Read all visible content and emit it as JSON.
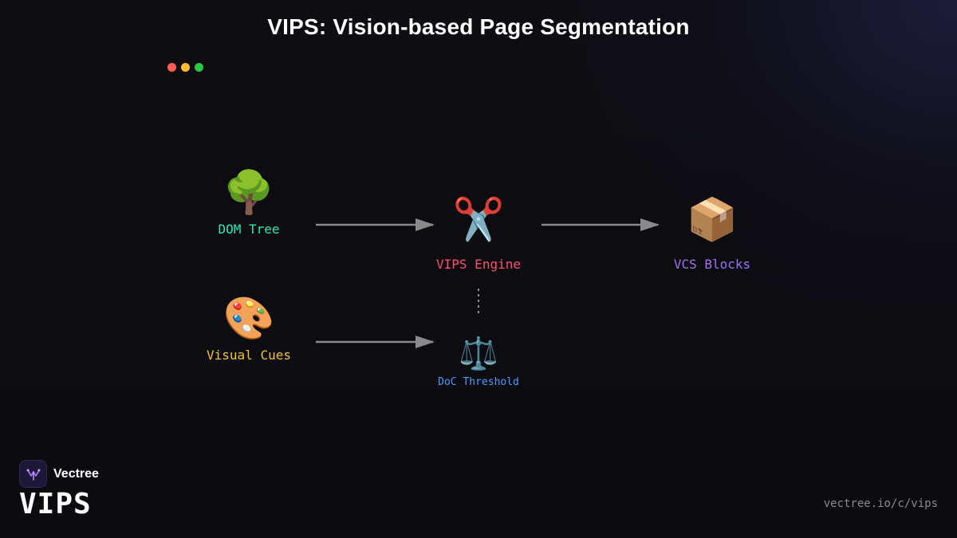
{
  "title": "VIPS: Vision-based Page Segmentation",
  "window_controls": [
    "close",
    "minimize",
    "maximize"
  ],
  "nodes": {
    "dom_tree": {
      "icon": "tree-icon",
      "glyph": "🌳",
      "label": "DOM Tree",
      "color": "#2ee6b5"
    },
    "visual_cues": {
      "icon": "palette-icon",
      "glyph": "🎨",
      "label": "Visual Cues",
      "color": "#f2c230"
    },
    "vips_engine": {
      "icon": "scissors-icon",
      "glyph": "✂️",
      "label": "VIPS Engine",
      "color": "#ff4f6e"
    },
    "vcs_blocks": {
      "icon": "package-icon",
      "glyph": "📦",
      "label": "VCS Blocks",
      "color": "#a070f0"
    },
    "doc_threshold": {
      "icon": "scales-icon",
      "glyph": "⚖️",
      "label": "DoC Threshold",
      "color": "#4a9cff"
    }
  },
  "edges": [
    {
      "from": "DOM Tree",
      "to": "VIPS Engine",
      "style": "solid-arrow"
    },
    {
      "from": "Visual Cues",
      "to": "DoC Threshold",
      "style": "solid-arrow"
    },
    {
      "from": "VIPS Engine",
      "to": "VCS Blocks",
      "style": "solid-arrow"
    },
    {
      "from": "VIPS Engine",
      "to": "DoC Threshold",
      "style": "dashed"
    }
  ],
  "footer": {
    "brand_name": "Vectree",
    "big_word": "VIPS",
    "url": "vectree.io/c/vips"
  }
}
